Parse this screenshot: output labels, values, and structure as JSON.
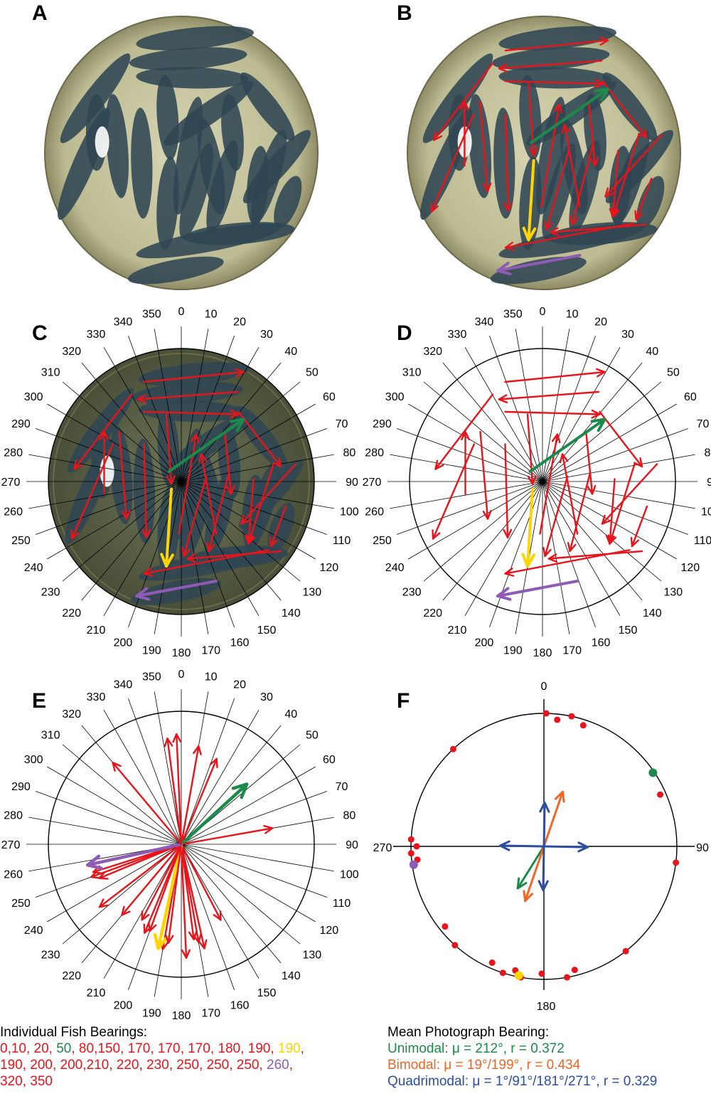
{
  "panels": {
    "A": "A",
    "B": "B",
    "C": "C",
    "D": "D",
    "E": "E",
    "F": "F"
  },
  "compass_labels": [
    "0",
    "10",
    "20",
    "30",
    "40",
    "50",
    "60",
    "70",
    "80",
    "90",
    "100",
    "110",
    "120",
    "130",
    "140",
    "150",
    "160",
    "170",
    "180",
    "190",
    "200",
    "210",
    "220",
    "230",
    "240",
    "250",
    "260",
    "270",
    "280",
    "290",
    "300",
    "310",
    "320",
    "330",
    "340",
    "350"
  ],
  "panel_f_axes": {
    "top": "0",
    "right": "90",
    "bottom": "180",
    "left": "270"
  },
  "colors": {
    "red": "#e8141b",
    "green": "#1c8a4a",
    "yellow": "#ffd500",
    "purple": "#8e5bb5",
    "orange": "#f26522",
    "blue": "#2b4ea2",
    "tank": "#c9c7a2",
    "tank_dark": "#3c4a44"
  },
  "chart_data": {
    "type": "circular",
    "individual_bearings_deg": [
      0,
      10,
      20,
      50,
      80,
      150,
      170,
      170,
      170,
      180,
      190,
      190,
      190,
      200,
      200,
      210,
      220,
      230,
      250,
      250,
      250,
      260,
      320,
      350
    ],
    "highlighted": {
      "green": 50,
      "yellow": 190,
      "purple": 260
    },
    "photo_means": {
      "unimodal": {
        "mu": 212,
        "r": 0.372
      },
      "bimodal": {
        "mu": [
          19,
          199
        ],
        "r": 0.434
      },
      "quadrimodal": {
        "mu": [
          1,
          91,
          181,
          271
        ],
        "r": 0.329
      }
    },
    "panel_f_points_deg": [
      1,
      6,
      12,
      18,
      317,
      66,
      97,
      264,
      267,
      270,
      273,
      231,
      222,
      204,
      198,
      193,
      190,
      181,
      170,
      166,
      142
    ],
    "panel_f_highlights": {
      "green": 56,
      "purple": 262,
      "yellow": 191
    }
  },
  "caption_left": {
    "title": "Individual Fish Bearings:",
    "line1": [
      {
        "t": "0,10, 20, ",
        "c": "red"
      },
      {
        "t": "50",
        "c": "green"
      },
      {
        "t": ", 80,150, 170, 170, 170, 180, 190, ",
        "c": "red"
      },
      {
        "t": "190",
        "c": "yellow"
      },
      {
        "t": ",",
        "c": "red"
      }
    ],
    "line2": [
      {
        "t": "190, 200, 200,210, 220, 230, 250, 250, 250, ",
        "c": "red"
      },
      {
        "t": "260",
        "c": "purple"
      },
      {
        "t": ",",
        "c": "red"
      }
    ],
    "line3": [
      {
        "t": "320, 350",
        "c": "red"
      }
    ]
  },
  "caption_right": {
    "title": "Mean Photograph Bearing:",
    "unimodal": "Unimodal: μ = 212°, r = 0.372",
    "bimodal": "Bimodal: μ = 19°/199°, r = 0.434",
    "quadrimodal": "Quadrimodal: μ = 1°/91°/181°/271°, r = 0.329"
  }
}
